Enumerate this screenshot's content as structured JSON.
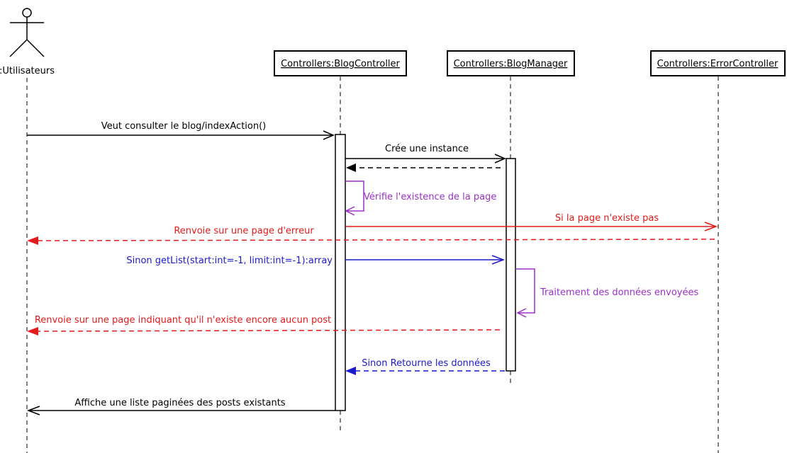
{
  "actor": {
    "label": ":Utilisateurs"
  },
  "objects": [
    {
      "id": "blog_controller",
      "label": "Controllers:BlogController"
    },
    {
      "id": "blog_manager",
      "label": "Controllers:BlogManager"
    },
    {
      "id": "error_controller",
      "label": "Controllers:ErrorController"
    }
  ],
  "messages": [
    {
      "id": "m1",
      "text": "Veut consulter le blog/indexAction()",
      "color": "#000000",
      "style": "solid"
    },
    {
      "id": "m2",
      "text": "Crée une instance",
      "color": "#000000",
      "style": "solid"
    },
    {
      "id": "m3",
      "text": "",
      "color": "#000000",
      "style": "dashed"
    },
    {
      "id": "m4",
      "text": "Vérifie l'existence de la page",
      "color": "#9b30c8",
      "style": "self"
    },
    {
      "id": "m5",
      "text": "Si la page n'existe pas",
      "color": "#e31b1b",
      "style": "solid"
    },
    {
      "id": "m6",
      "text": "Renvoie sur une page d'erreur",
      "color": "#e31b1b",
      "style": "dashed"
    },
    {
      "id": "m7",
      "text": "Sinon getList(start:int=-1, limit:int=-1):array",
      "color": "#1a1acc",
      "style": "solid"
    },
    {
      "id": "m8",
      "text": "Traitement des données envoyées",
      "color": "#9b30c8",
      "style": "self"
    },
    {
      "id": "m9",
      "text": "Renvoie sur une page indiquant qu'il n'existe encore aucun post",
      "color": "#e31b1b",
      "style": "dashed"
    },
    {
      "id": "m10",
      "text": "Sinon Retourne les données",
      "color": "#1a1acc",
      "style": "dashed"
    },
    {
      "id": "m11",
      "text": "Affiche une liste paginées des posts existants",
      "color": "#000000",
      "style": "solid"
    }
  ]
}
